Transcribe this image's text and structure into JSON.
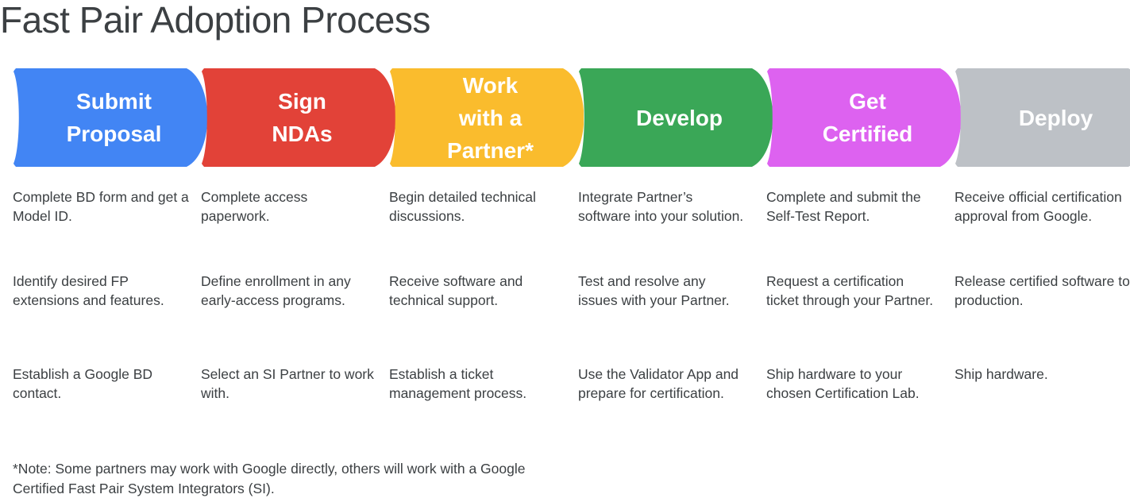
{
  "page": {
    "title": "Fast Pair Adoption Process",
    "background": "#ffffff",
    "text_color": "#3c4043"
  },
  "chevrons": [
    {
      "label": "Submit\nProposal",
      "color": "#4285f4",
      "text_color": "#ffffff"
    },
    {
      "label": "Sign\nNDAs",
      "color": "#e24238",
      "text_color": "#ffffff"
    },
    {
      "label": "Work\nwith a\nPartner*",
      "color": "#fabc2d",
      "text_color": "#ffffff"
    },
    {
      "label": "Develop",
      "color": "#3aa757",
      "text_color": "#ffffff"
    },
    {
      "label": "Get\nCertified",
      "color": "#dd62f0",
      "text_color": "#ffffff"
    },
    {
      "label": "Deploy",
      "color": "#bdc1c6",
      "text_color": "#ffffff"
    }
  ],
  "columns": [
    {
      "stage": "Submit Proposal",
      "items": [
        "Complete BD form and get a Model ID.",
        "Identify desired FP extensions and features.",
        "Establish a Google BD contact."
      ]
    },
    {
      "stage": "Sign NDAs",
      "items": [
        "Complete access paperwork.",
        "Define enrollment in any early-access programs.",
        "Select an SI Partner to work with."
      ]
    },
    {
      "stage": "Work with a Partner*",
      "items": [
        "Begin detailed technical discussions.",
        "Receive software and technical support.",
        "Establish a ticket management process."
      ]
    },
    {
      "stage": "Develop",
      "items": [
        "Integrate Partner’s software into your solution.",
        "Test and resolve any issues with your Partner.",
        "Use the Validator App and prepare for certification."
      ]
    },
    {
      "stage": "Get Certified",
      "items": [
        "Complete and submit the Self-Test Report.",
        "Request a certification ticket through your Partner.",
        "Ship hardware to your chosen Certification Lab."
      ]
    },
    {
      "stage": "Deploy",
      "items": [
        "Receive official certification approval from Google.",
        "Release certified software to production.",
        "Ship hardware."
      ]
    }
  ],
  "footnote": "*Note: Some partners may work with Google directly, others will work with a Google Certified Fast Pair System Integrators (SI)."
}
